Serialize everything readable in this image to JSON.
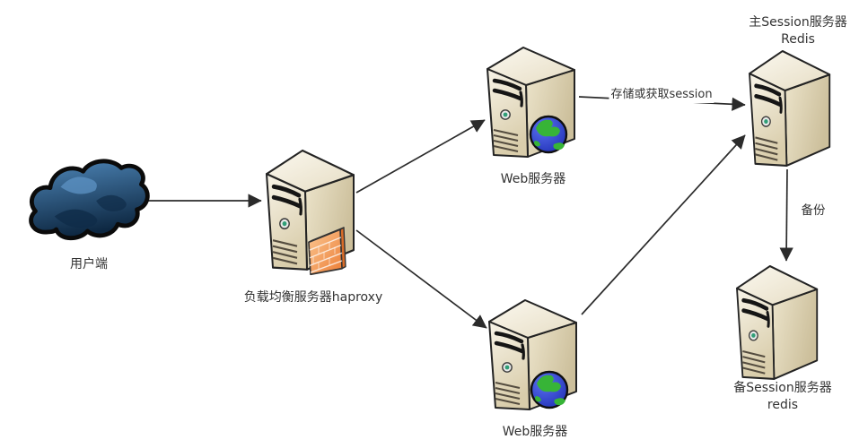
{
  "diagram": {
    "type": "architecture",
    "nodes": {
      "client": {
        "label": "用户端",
        "icon": "cloud-icon"
      },
      "load_balancer": {
        "label": "负载均衡服务器haproxy",
        "icons": [
          "server-tower-icon",
          "firewall-icon"
        ]
      },
      "web_server_top": {
        "label": "Web服务器",
        "icons": [
          "server-tower-icon",
          "globe-icon"
        ]
      },
      "web_server_bottom": {
        "label": "Web服务器",
        "icons": [
          "server-tower-icon",
          "globe-icon"
        ]
      },
      "session_master": {
        "label_line1": "主Session服务器",
        "label_line2": "Redis",
        "icons": [
          "server-tower-icon"
        ]
      },
      "session_backup": {
        "label_line1": "备Session服务器",
        "label_line2": "redis",
        "icons": [
          "server-tower-icon"
        ]
      }
    },
    "edges": {
      "client_to_lb": {
        "from": "client",
        "to": "load_balancer"
      },
      "lb_to_web_top": {
        "from": "load_balancer",
        "to": "web_server_top"
      },
      "lb_to_web_bottom": {
        "from": "load_balancer",
        "to": "web_server_bottom"
      },
      "web_top_to_master": {
        "from": "web_server_top",
        "to": "session_master",
        "label": "存储或获取session"
      },
      "web_bottom_to_master": {
        "from": "web_server_bottom",
        "to": "session_master"
      },
      "master_to_backup": {
        "from": "session_master",
        "to": "session_backup",
        "label": "备份"
      }
    },
    "colors": {
      "background": "#ffffff",
      "server_front": "#f3eedf",
      "server_side": "#d5c9a8",
      "server_top": "#f7f3e6",
      "outline": "#232323",
      "firewall_light": "#fbc893",
      "firewall_dark": "#ec7d35",
      "globe_sea": "#2c3fd6",
      "globe_land": "#37b437",
      "cloud_light": "#4e86b8",
      "cloud_dark": "#0d2741",
      "led": "#2f9e77",
      "arrow": "#2b2b2b",
      "text": "#333333"
    }
  }
}
